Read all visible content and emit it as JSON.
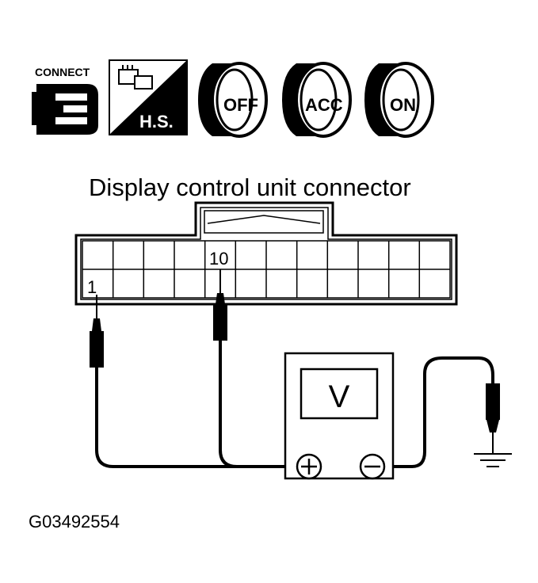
{
  "icons": {
    "connect_label": "CONNECT",
    "hs_label": "H.S.",
    "key_off": "OFF",
    "key_acc": "ACC",
    "key_on": "ON"
  },
  "connector": {
    "title": "Display control unit connector",
    "pin_1": "1",
    "pin_10": "10"
  },
  "meter": {
    "display": "V",
    "plus_symbol": "+",
    "minus_symbol": "−"
  },
  "reference_code": "G03492554",
  "colors": {
    "ink": "#000000",
    "background": "#ffffff"
  }
}
